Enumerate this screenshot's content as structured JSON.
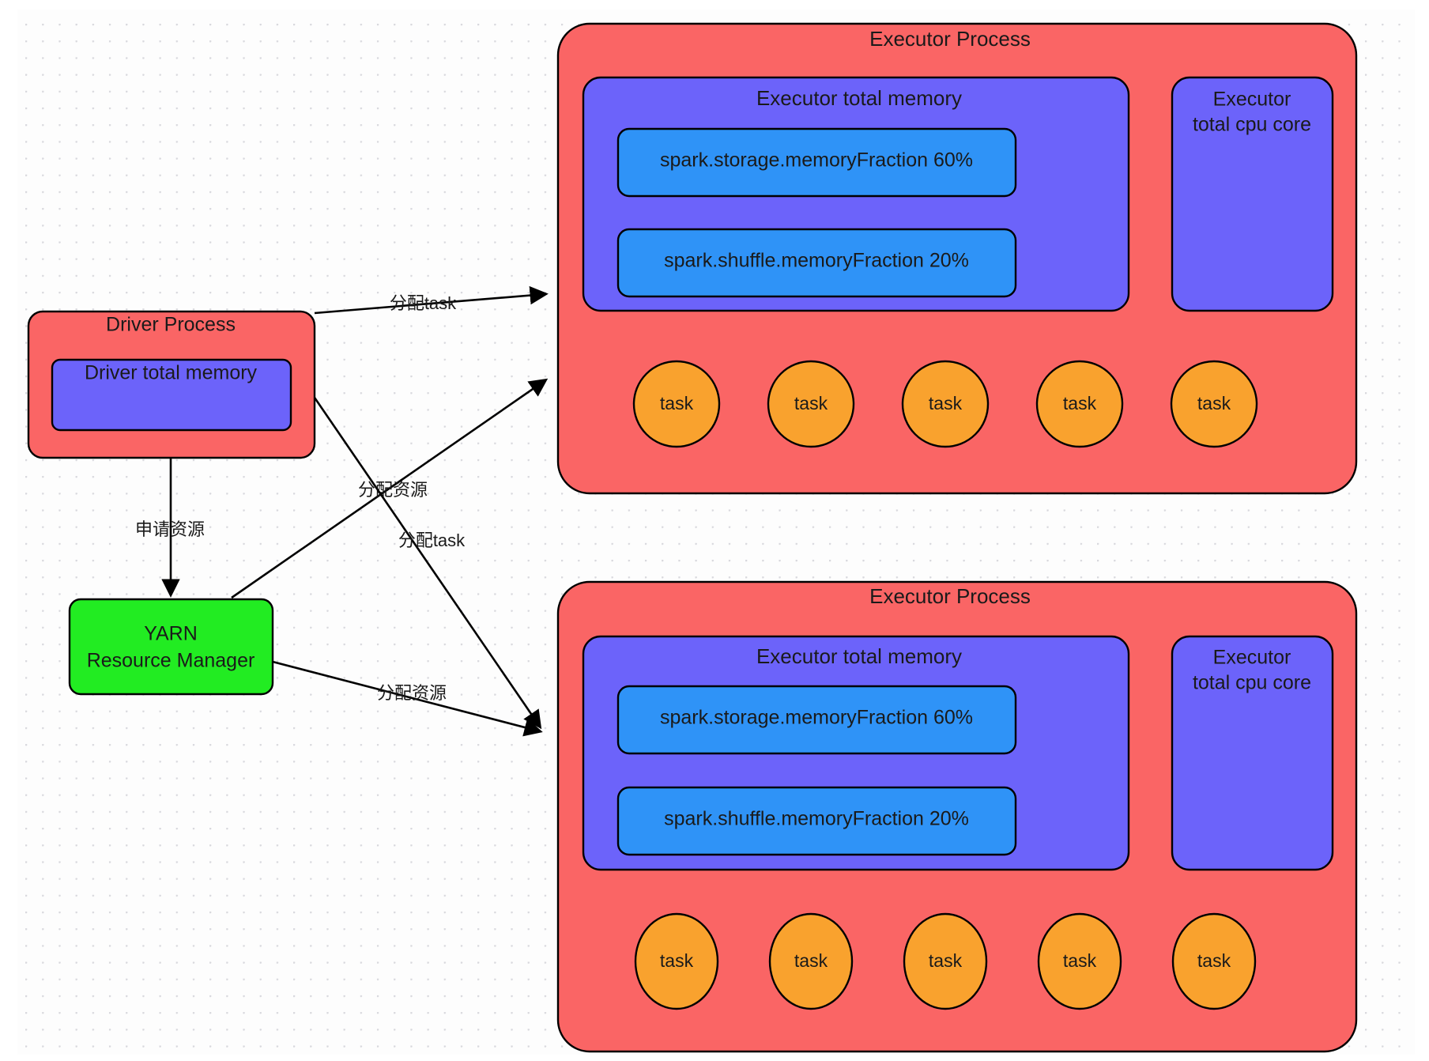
{
  "diagram": {
    "title": "Spark on YARN resource allocation",
    "colors": {
      "process_red": "#fa6565",
      "memory_purple": "#6c63fa",
      "fraction_blue": "#2f93f7",
      "task_orange": "#f9a22e",
      "yarn_green": "#22ec22",
      "stroke": "#000000",
      "background": "#fdfdfd"
    },
    "driver": {
      "title": "Driver Process",
      "memory_label": "Driver total memory"
    },
    "yarn": {
      "line1": "YARN",
      "line2": "Resource Manager"
    },
    "executors": [
      {
        "title": "Executor Process",
        "memory_title": "Executor total memory",
        "fractions": [
          "spark.storage.memoryFraction 60%",
          "spark.shuffle.memoryFraction 20%"
        ],
        "cpu_line1": "Executor",
        "cpu_line2": "total cpu core",
        "tasks": [
          "task",
          "task",
          "task",
          "task",
          "task"
        ]
      },
      {
        "title": "Executor Process",
        "memory_title": "Executor total memory",
        "fractions": [
          "spark.storage.memoryFraction 60%",
          "spark.shuffle.memoryFraction 20%"
        ],
        "cpu_line1": "Executor",
        "cpu_line2": "total cpu core",
        "tasks": [
          "task",
          "task",
          "task",
          "task",
          "task"
        ]
      }
    ],
    "edges": [
      {
        "id": "driver-to-exec1-task",
        "label": "分配task"
      },
      {
        "id": "driver-to-yarn",
        "label": "申请资源"
      },
      {
        "id": "yarn-to-exec1",
        "label": "分配资源"
      },
      {
        "id": "driver-to-exec2-task",
        "label": "分配task"
      },
      {
        "id": "yarn-to-exec2",
        "label": "分配资源"
      }
    ]
  }
}
